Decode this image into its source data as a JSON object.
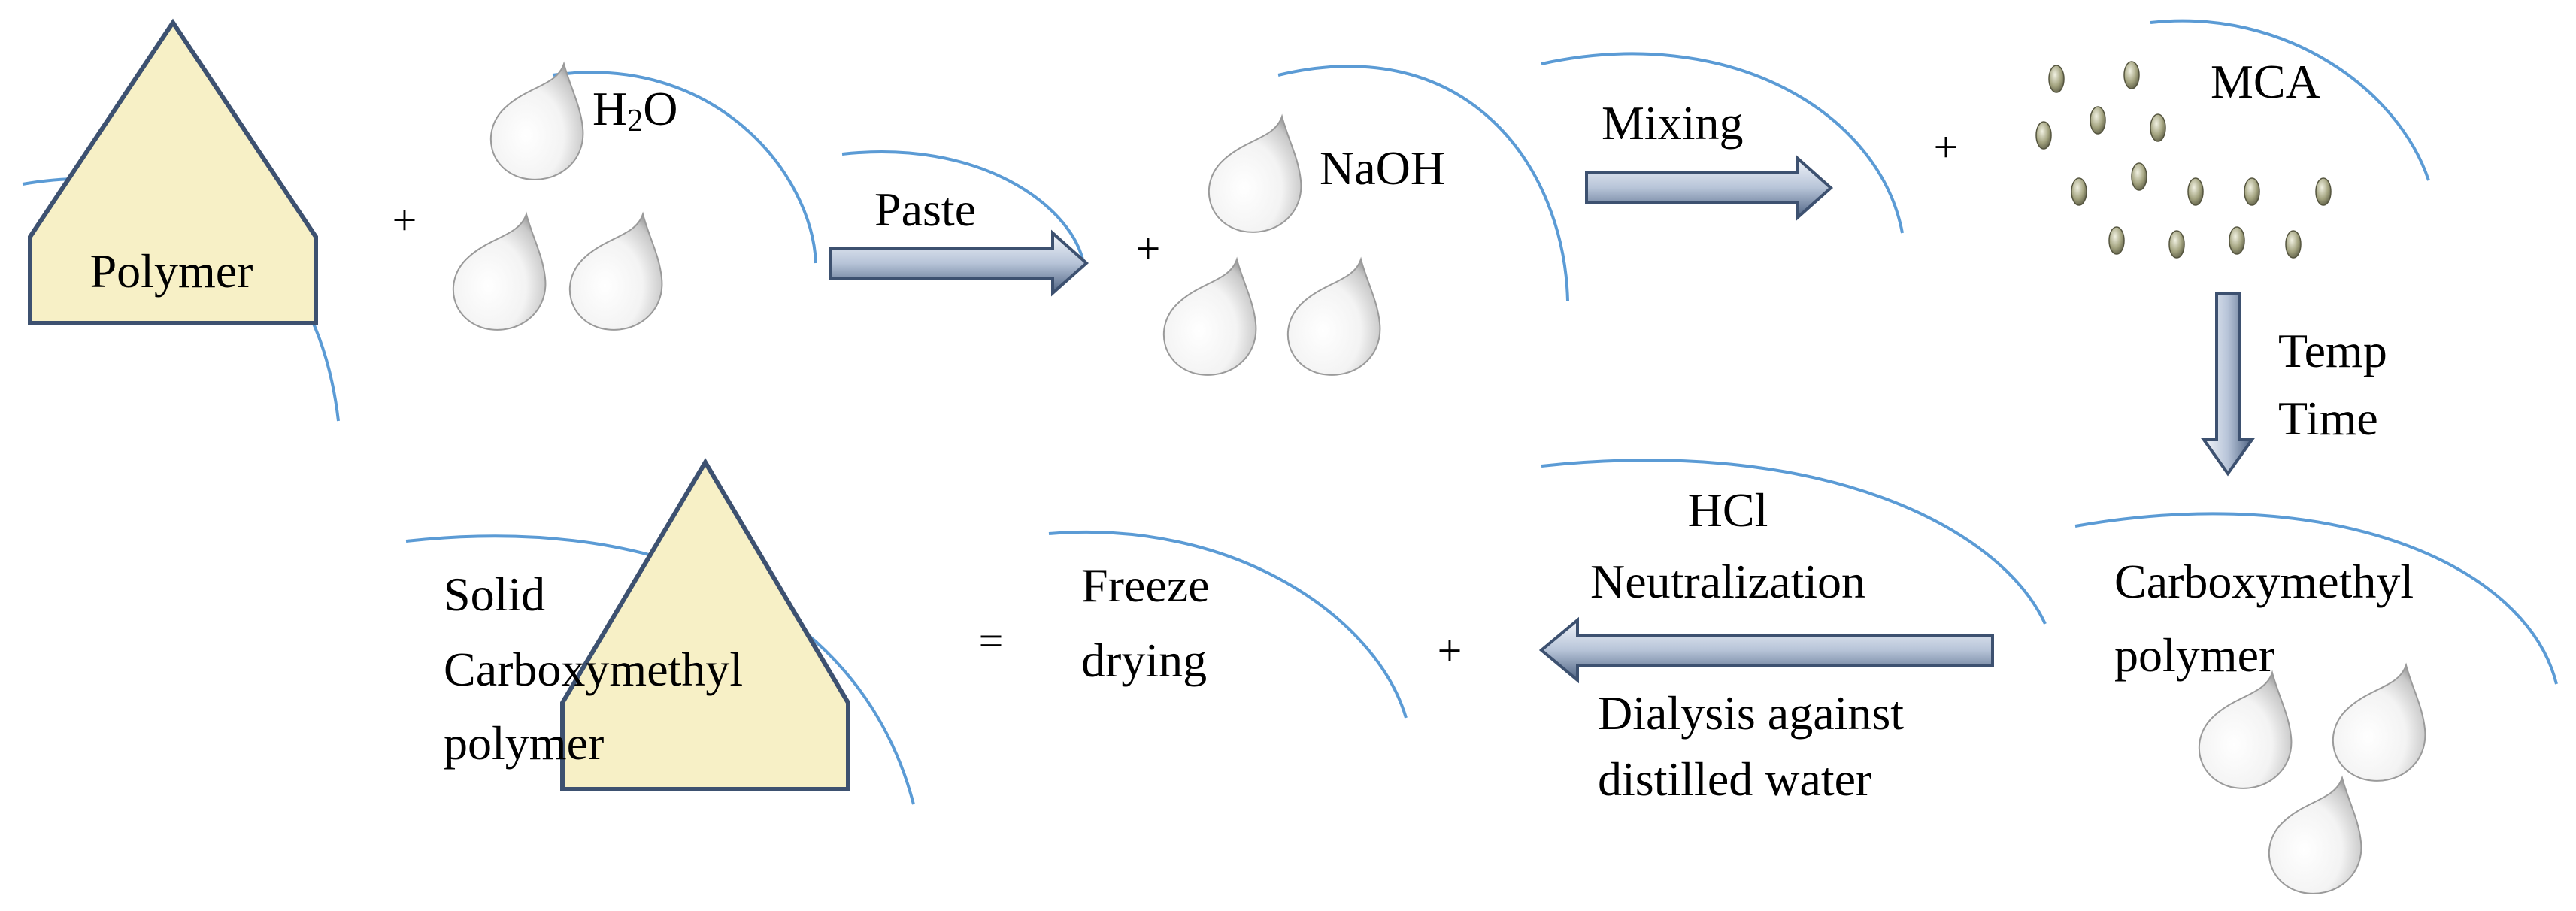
{
  "labels": {
    "polymer": "Polymer",
    "water_main": "H",
    "water_sub": "2",
    "water_tail": "O",
    "paste": "Paste",
    "naoh": "NaOH",
    "mixing": "Mixing",
    "mca": "MCA",
    "temp": "Temp",
    "time": "Time",
    "carboxymethyl_1": "Carboxymethyl",
    "carboxymethyl_2": "polymer",
    "hcl": "HCl",
    "neutralization": "Neutralization",
    "dialysis_1": "Dialysis against",
    "dialysis_2": "distilled water",
    "freeze_1": "Freeze",
    "freeze_2": "drying",
    "solid_1": "Solid",
    "solid_2": "Carboxymethyl",
    "solid_3": "polymer"
  },
  "symbols": {
    "plus": "+",
    "equals": "="
  },
  "colors": {
    "shape_fill": "#f7f0c6",
    "shape_stroke": "#3d5170",
    "arc": "#5b9bd5",
    "arrow_light": "#e6ecf5",
    "arrow_dark": "#4d6282",
    "pellet": "#8a8a6a"
  }
}
